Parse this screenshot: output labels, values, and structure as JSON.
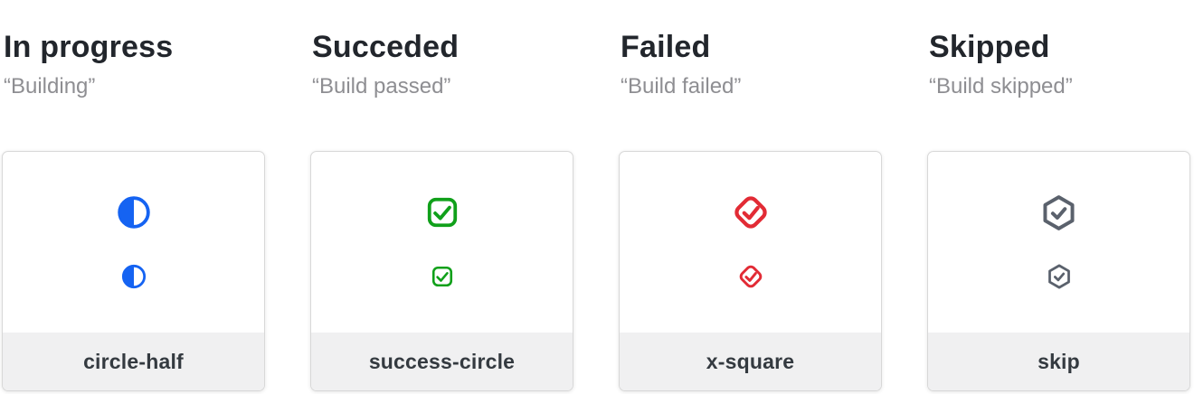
{
  "page": {
    "background": "#ffffff"
  },
  "columns": [
    {
      "title": "In progress",
      "quote": "“Building”",
      "icon": "circle-half-icon",
      "icon_color": "#1563f2",
      "label": "circle-half"
    },
    {
      "title": "Succeded",
      "quote": "“Build passed”",
      "icon": "check-square-icon",
      "icon_color": "#10a01a",
      "label": "success-circle"
    },
    {
      "title": "Failed",
      "quote": "“Build failed”",
      "icon": "check-diamond-icon",
      "icon_color": "#e22b35",
      "label": "x-square"
    },
    {
      "title": "Skipped",
      "quote": "“Build skipped”",
      "icon": "check-hexagon-icon",
      "icon_color": "#5a616c",
      "label": "skip"
    }
  ]
}
